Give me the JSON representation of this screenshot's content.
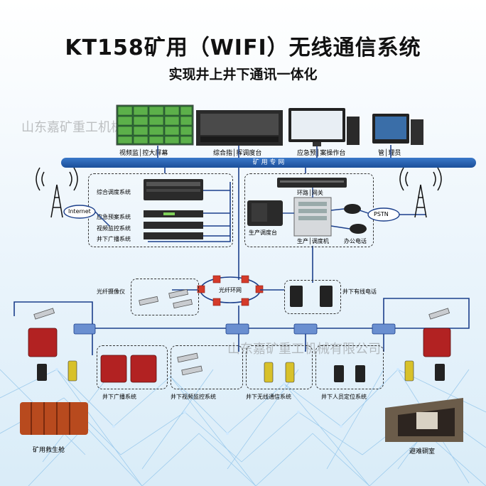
{
  "title": "KT158矿用（WIFI）无线通信系统",
  "subtitle": "实现井上井下通讯一体化",
  "watermark": "山东嘉矿重工机械有限公司",
  "top_devices": {
    "video_wall": "视频监│控大屏幕",
    "dispatch_desk": "综合指│挥调度台",
    "emergency_desk": "应急预│案操作台",
    "admin": "管│理员"
  },
  "bus_label": "矿    用    专    网",
  "left_group": {
    "items": [
      "综合调度系统",
      "应急预案系统",
      "视频监控系统",
      "井下广播系统"
    ]
  },
  "right_group": {
    "ring_gateway": "环路│网关",
    "production_console": "生产调度台",
    "production_switch": "生产│调度机",
    "office_phone": "办公电话",
    "pstn": "PSTN"
  },
  "internet": "Internet",
  "fiber_ring": "光纤环网",
  "fiber_camera": "光纤摄像仪",
  "wired_phone": "井下有线电话",
  "bottom_systems": [
    "井下广播系统",
    "井下视频监控系统",
    "井下无线通信系统",
    "井下人员定位系统"
  ],
  "rescue_capsule": "矿用救生舱",
  "refuge_chamber": "避难硐室",
  "colors": {
    "bus": "#1b4f9a",
    "line": "#1b3f8b",
    "red_device": "#b22222"
  }
}
